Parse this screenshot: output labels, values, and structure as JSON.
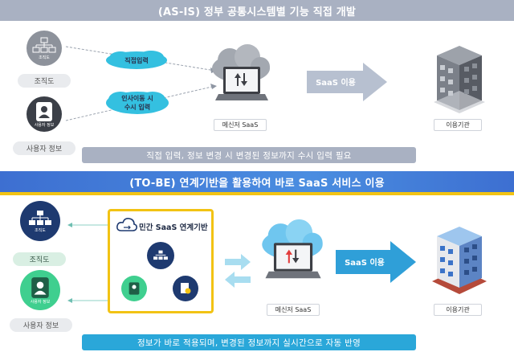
{
  "asis": {
    "title": "(AS-IS) 정부 공통시스템별 기능 직접 개발",
    "org_chart_label": "조직도",
    "org_icon_text": "조직도",
    "user_info_label": "사용자 정보",
    "user_icon_text": "사용자 정보",
    "bubble_direct": "직접입력",
    "bubble_hr_line1": "인사이동 시",
    "bubble_hr_line2": "수시 입력",
    "messenger_label": "메신저 SaaS",
    "arrow_label": "SaaS 이용",
    "agency_label": "이용기관",
    "footer": "직접 입력, 정보 변경 시 변경된 정보까지 수시 입력 필요"
  },
  "tobe": {
    "title": "(TO-BE) 연계기반을 활용하여 바로 SaaS 서비스 이용",
    "org_chart_label": "조직도",
    "org_icon_text": "조직도",
    "user_info_label": "사용자 정보",
    "user_icon_text": "사용자 정보",
    "platform_label": "민간 SaaS 연계기반",
    "messenger_label": "메신저 SaaS",
    "arrow_label": "SaaS 이용",
    "agency_label": "이용기관",
    "footer": "정보가 바로 적용되며, 변경된 정보까지 실시간으로 자동 반영"
  },
  "colors": {
    "asis_banner": "#a9b1c2",
    "tobe_banner": "#3d6fd1",
    "tobe_accent": "#f2c314",
    "asis_arrow": "#b7c0d0",
    "tobe_arrow": "#2f9fd8",
    "tobe_footer": "#2aa7d9"
  },
  "icons": [
    "org-chart-icon",
    "user-card-icon",
    "cloud-icon",
    "laptop-icon",
    "building-icon",
    "arrow-right-icon",
    "sync-arrows-icon"
  ]
}
